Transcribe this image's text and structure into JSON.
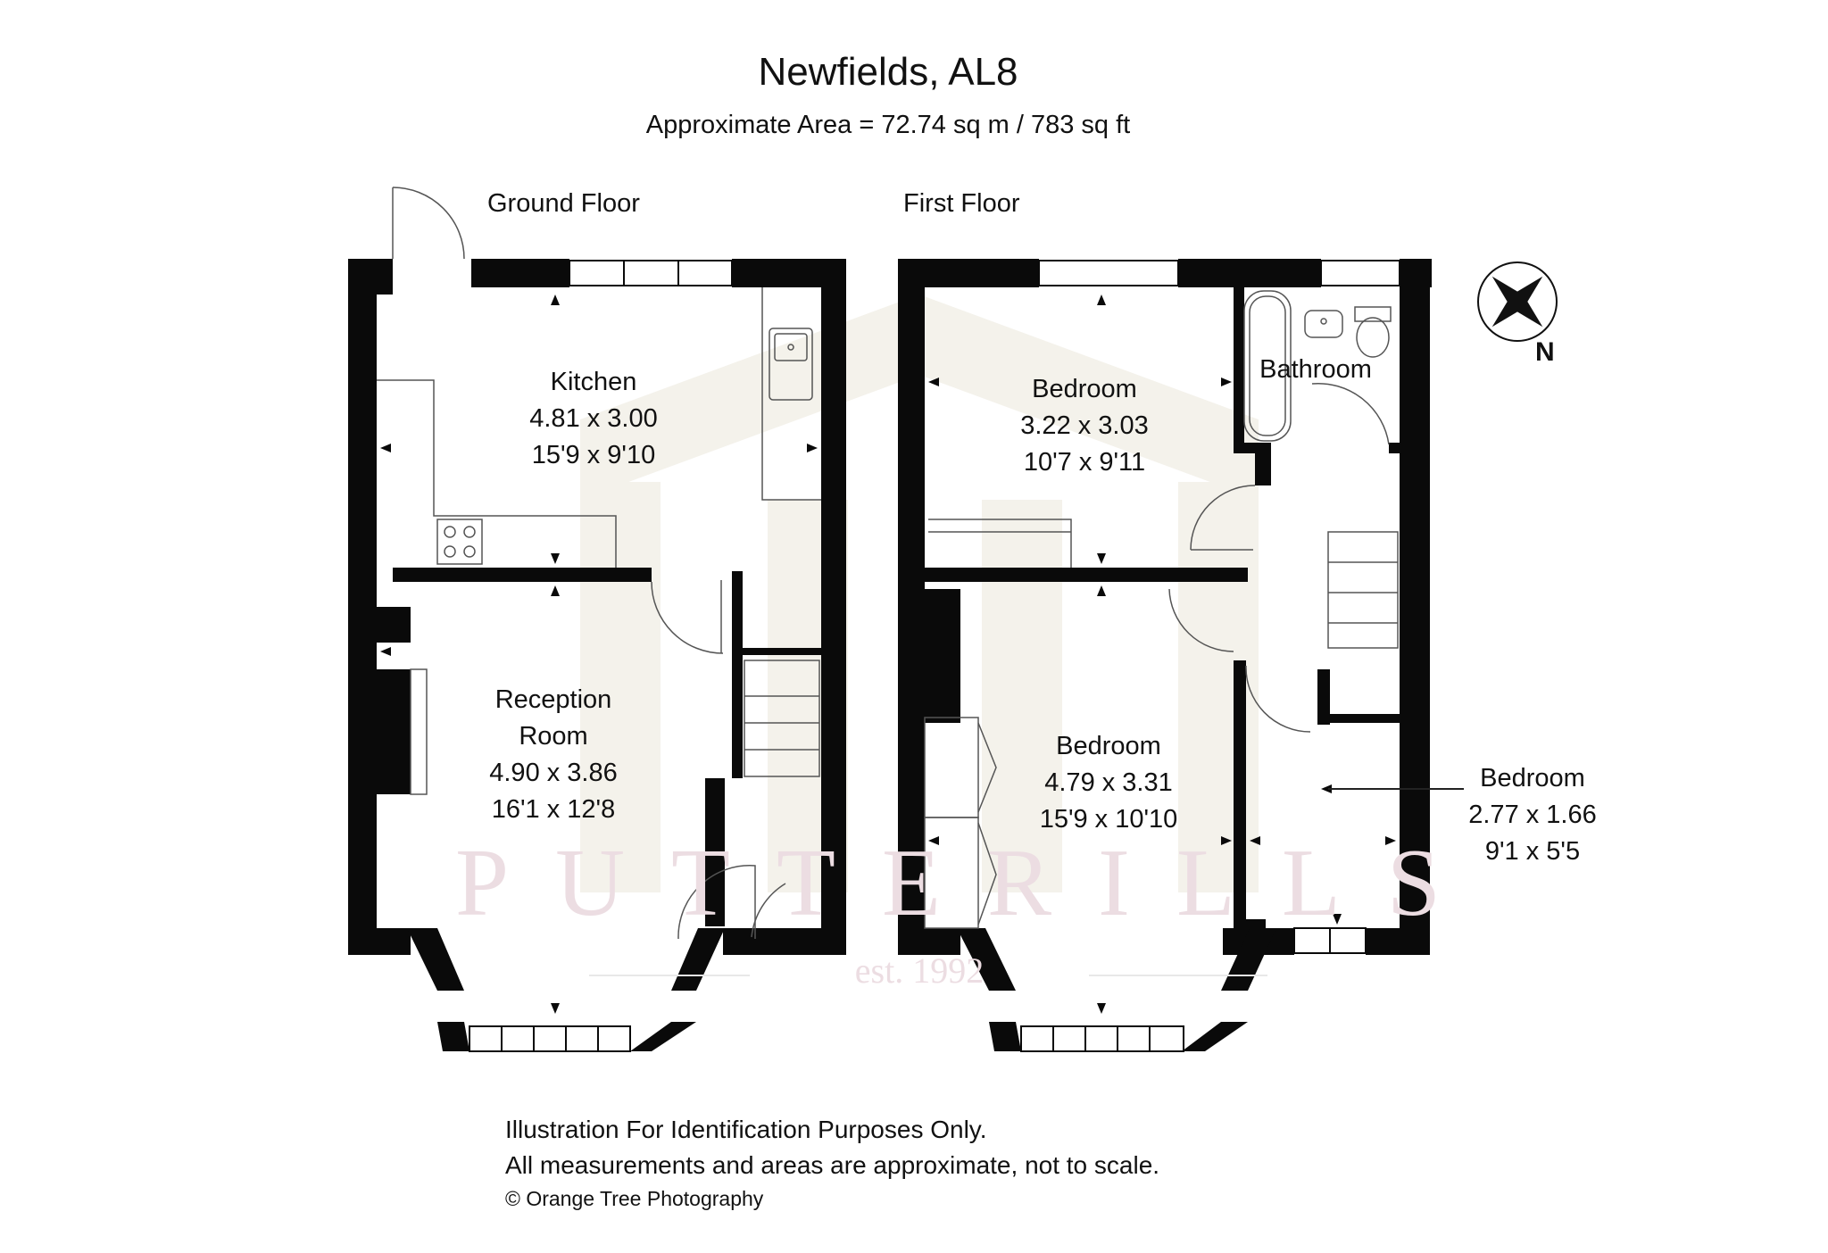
{
  "header": {
    "title": "Newfields, AL8",
    "subtitle": "Approximate Area =  72.74 sq m / 783 sq ft"
  },
  "floors": {
    "ground": {
      "label": "Ground Floor"
    },
    "first": {
      "label": "First Floor"
    }
  },
  "rooms": {
    "kitchen": {
      "name": "Kitchen",
      "metric": "4.81 x 3.00",
      "imperial": "15'9 x 9'10"
    },
    "reception": {
      "name_line1": "Reception",
      "name_line2": "Room",
      "metric": "4.90 x 3.86",
      "imperial": "16'1 x 12'8"
    },
    "bedroom1": {
      "name": "Bedroom",
      "metric": "3.22 x 3.03",
      "imperial": "10'7 x 9'11"
    },
    "bathroom": {
      "name": "Bathroom"
    },
    "bedroom2": {
      "name": "Bedroom",
      "metric": "4.79 x 3.31",
      "imperial": "15'9 x 10'10"
    },
    "bedroom3": {
      "name": "Bedroom",
      "metric": "2.77 x 1.66",
      "imperial": "9'1 x 5'5"
    }
  },
  "compass": {
    "label": "N"
  },
  "watermark": {
    "brand": "PUTTERILLS",
    "established": "est. 1992"
  },
  "footer": {
    "line1": "Illustration For Identification Purposes Only.",
    "line2": "All measurements and areas are approximate, not to scale.",
    "credit": "© Orange Tree Photography"
  },
  "colors": {
    "wall": "#0a0a0a",
    "watermark_text": "#ecdde2",
    "watermark_shape": "#f3f1ea"
  }
}
